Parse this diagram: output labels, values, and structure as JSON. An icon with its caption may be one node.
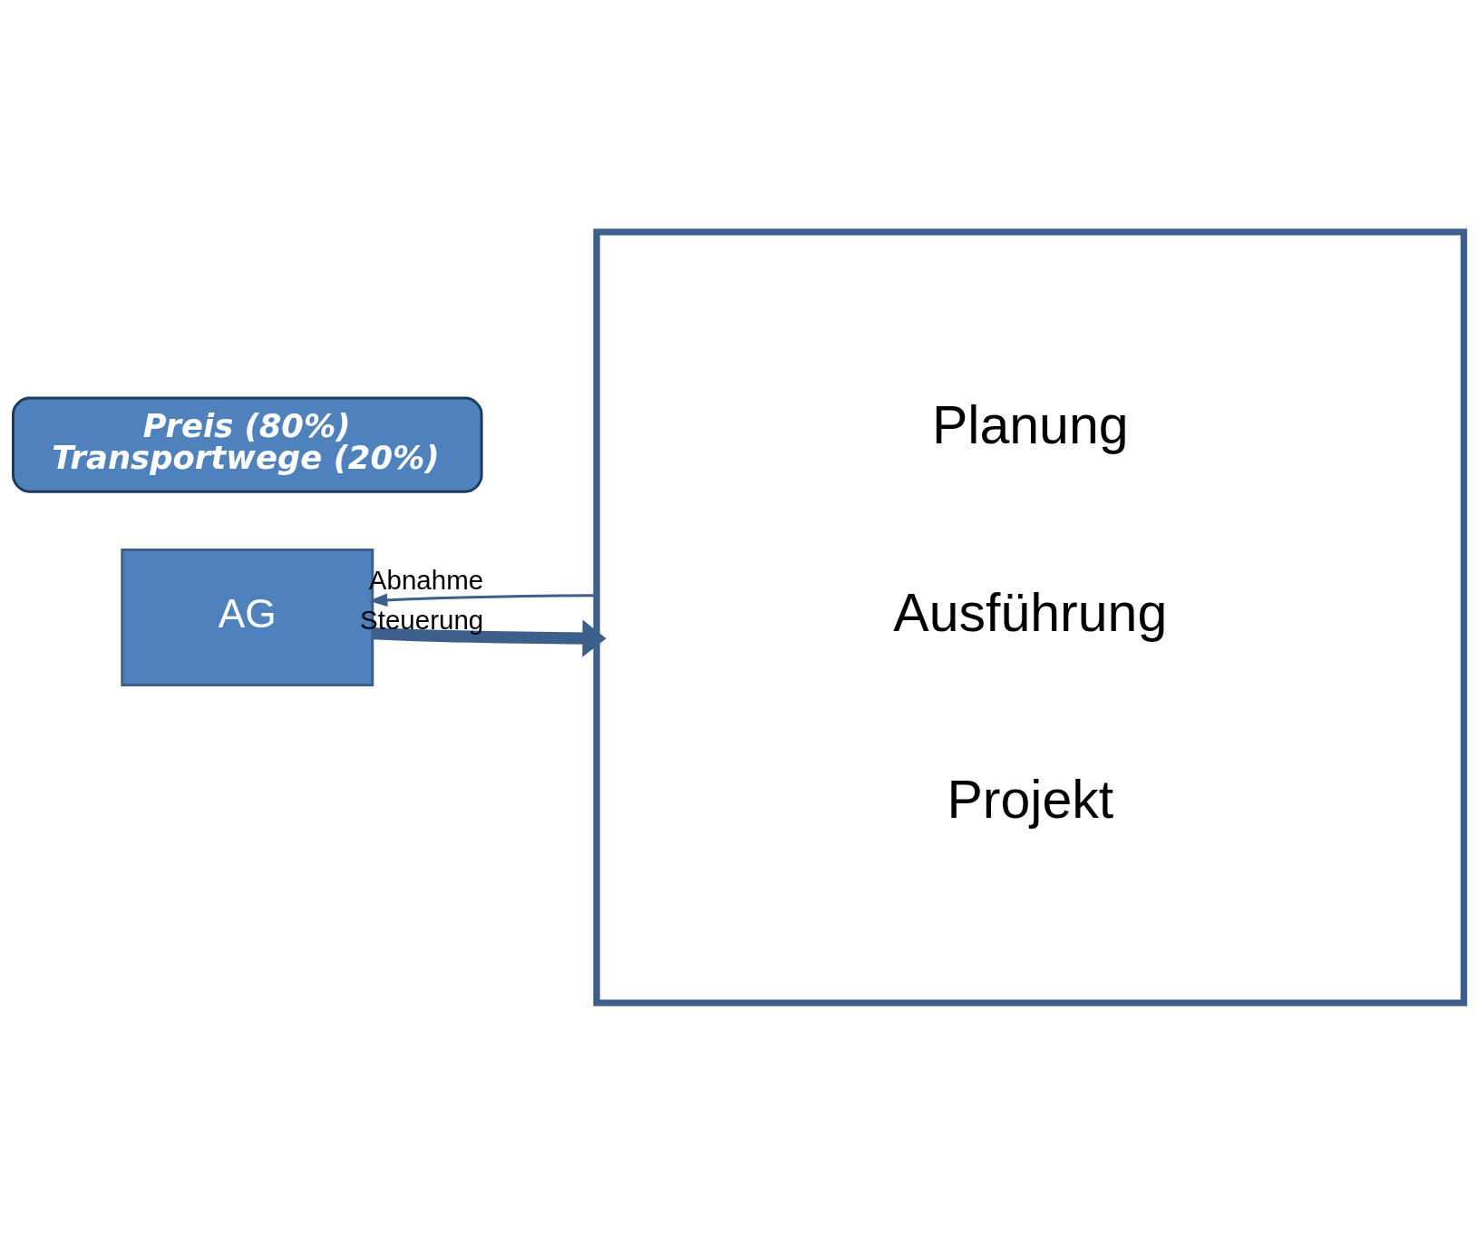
{
  "diagram": {
    "nodes": [
      {
        "text": [
          "AG"
        ]
      },
      {
        "text": [
          "Planung",
          "Ausführung",
          "Projekt"
        ]
      },
      {
        "text": [
          "Preis (80%)",
          "Transportwege (20%)"
        ]
      }
    ],
    "edges": [
      {
        "from": 0,
        "to": 1,
        "arrow": "to",
        "label": "Steuerung",
        "style": "thick"
      },
      {
        "from": 1,
        "to": 0,
        "arrow": "to",
        "label": "Abnahme"
      }
    ]
  }
}
